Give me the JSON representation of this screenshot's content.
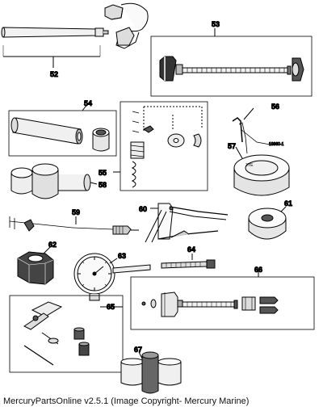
{
  "diagram": {
    "callouts": {
      "c52": "52",
      "c53": "53",
      "c54": "54",
      "c55": "55",
      "c56": "56",
      "c57": "57",
      "c58": "58",
      "c59": "59",
      "c60": "60",
      "c61": "61",
      "c62": "62",
      "c63": "63",
      "c64": "64",
      "c65": "65",
      "c66": "66",
      "c67": "67"
    },
    "part_numbers": {
      "p56": "19660-1"
    }
  },
  "caption": "MercuryPartsOnline v2.5.1 (Image Copyright- Mercury Marine)"
}
